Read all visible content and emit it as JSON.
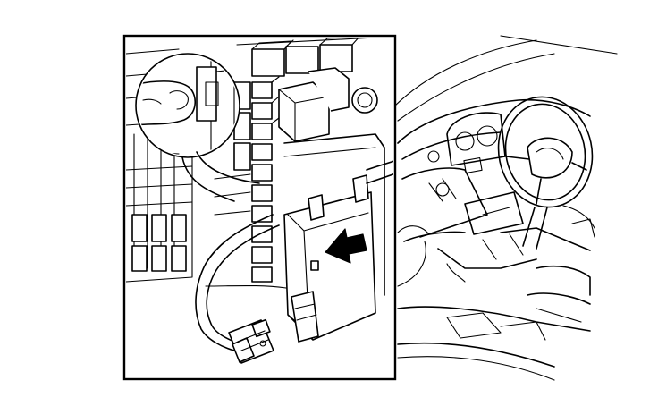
{
  "diagram": {
    "kind": "line-art service illustration",
    "colors": {
      "line": "#000000",
      "background": "#ffffff"
    },
    "parts": [
      "vehicle-dashboard",
      "steering-wheel",
      "instrument-cluster",
      "fuse-relay-panel",
      "control-module",
      "direction-arrow",
      "wiring-harness",
      "harness-connector",
      "magnifier-circle",
      "finger"
    ]
  }
}
